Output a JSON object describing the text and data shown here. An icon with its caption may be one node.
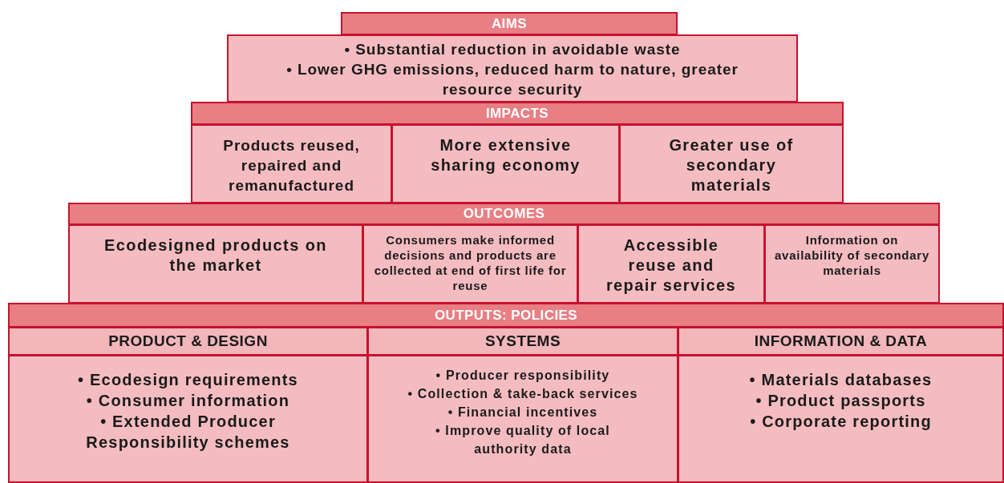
{
  "diagram": {
    "nodes": [
      {
        "text": [
          "AIMS"
        ]
      },
      {
        "text": [
          "• Substantial reduction in avoidable waste",
          "• Lower GHG emissions, reduced harm to nature, greater resource security"
        ]
      },
      {
        "text": [
          "IMPACTS"
        ]
      },
      {
        "text": [
          "Products reused, repaired and remanufactured"
        ]
      },
      {
        "text": [
          "More extensive sharing economy"
        ]
      },
      {
        "text": [
          "Greater use of secondary materials"
        ]
      },
      {
        "text": [
          "OUTCOMES"
        ]
      },
      {
        "text": [
          "Ecodesigned products on the market"
        ]
      },
      {
        "text": [
          "Consumers make informed decisions and products are collected at end of first life for reuse"
        ]
      },
      {
        "text": [
          "Accessible reuse and repair services"
        ]
      },
      {
        "text": [
          "Information on availability of secondary materials"
        ]
      },
      {
        "text": [
          "OUTPUTS: POLICIES"
        ]
      },
      {
        "text": [
          "PRODUCT & DESIGN"
        ]
      },
      {
        "text": [
          "• Ecodesign requirements",
          "• Consumer information",
          "• Extended Producer Responsibility schemes"
        ]
      },
      {
        "text": [
          "SYSTEMS"
        ]
      },
      {
        "text": [
          "• Producer responsibility",
          "• Collection & take-back services",
          "• Financial incentives",
          "• Improve quality of local authority data"
        ]
      },
      {
        "text": [
          "INFORMATION & DATA"
        ]
      },
      {
        "text": [
          "• Materials databases",
          "• Product passports",
          "• Corporate reporting"
        ]
      }
    ]
  }
}
